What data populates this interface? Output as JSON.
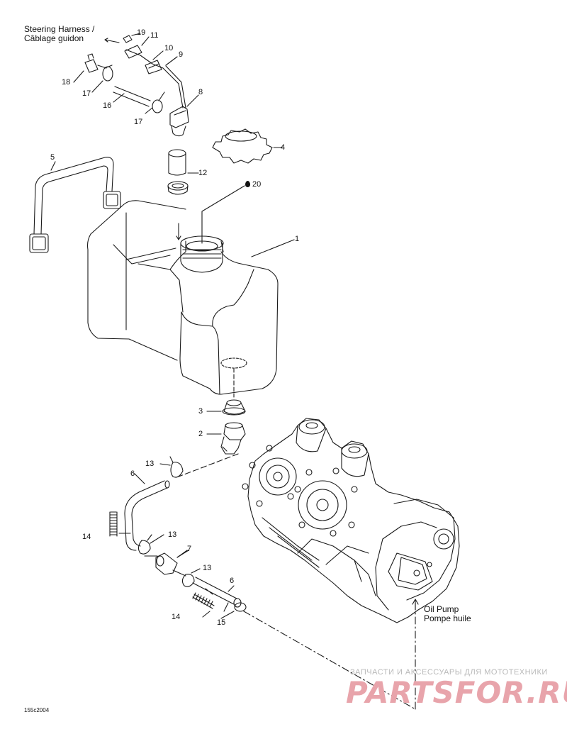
{
  "callouts": {
    "steering_harness": "Steering Harness /",
    "cablage_guidon": "Câblage guidon",
    "oil_pump": "Oil Pump",
    "pompe_huile": "Pompe huile"
  },
  "parts": {
    "p1": "1",
    "p2": "2",
    "p3": "3",
    "p4": "4",
    "p5": "5",
    "p6a": "6",
    "p6b": "6",
    "p7": "7",
    "p8": "8",
    "p9": "9",
    "p10": "10",
    "p11": "11",
    "p12": "12",
    "p13a": "13",
    "p13b": "13",
    "p13c": "13",
    "p14a": "14",
    "p14b": "14",
    "p15": "15",
    "p16": "16",
    "p17a": "17",
    "p17b": "17",
    "p18": "18",
    "p19": "19",
    "p20": "20"
  },
  "figure_code": "155c2004",
  "watermark": {
    "subtitle": "ЗАПЧАСТИ И АКСЕССУАРЫ ДЛЯ МОТОТЕХНИКИ",
    "brand": "PARTSFOR.RU"
  },
  "colors": {
    "line": "#1a1a1a",
    "watermark_text": "#b9b9b9",
    "watermark_brand": "#e8a4ab"
  }
}
